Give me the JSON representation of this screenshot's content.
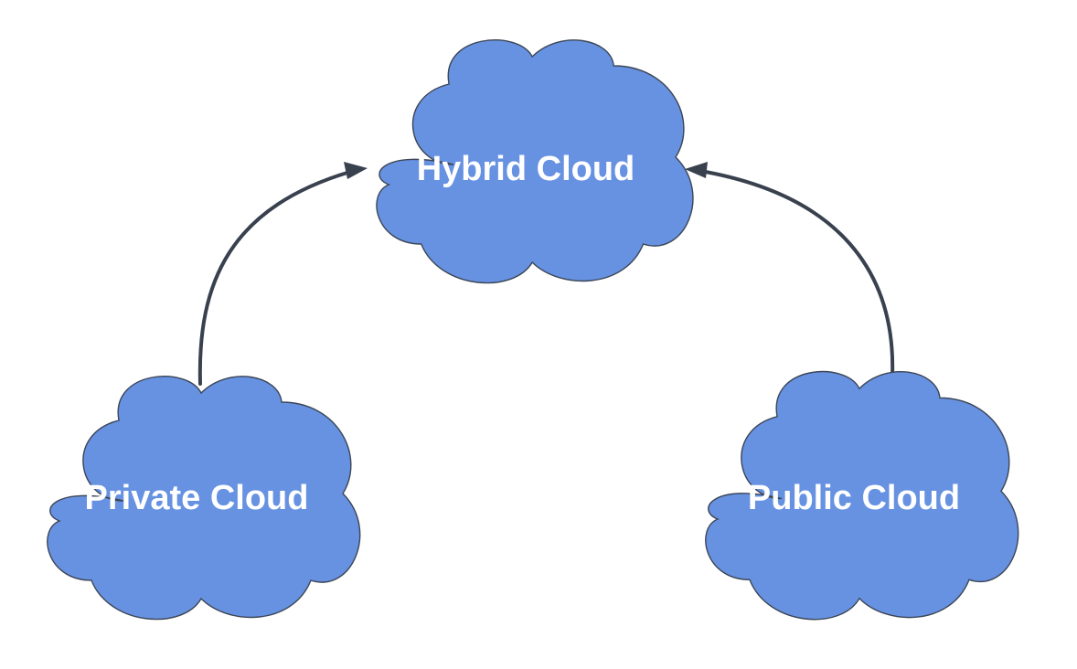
{
  "colors": {
    "cloud_fill": "#6792e2",
    "cloud_stroke": "#3c4656",
    "connector": "#39414f",
    "label_text": "#ffffff",
    "background": "#ffffff"
  },
  "nodes": {
    "hybrid": {
      "label": "Hybrid Cloud",
      "shape": "cloud"
    },
    "private": {
      "label": "Private Cloud",
      "shape": "cloud"
    },
    "public": {
      "label": "Public Cloud",
      "shape": "cloud"
    }
  },
  "edges": [
    {
      "from": "Private Cloud",
      "to": "Hybrid Cloud",
      "style": "curved-arrow"
    },
    {
      "from": "Public Cloud",
      "to": "Hybrid Cloud",
      "style": "curved-arrow"
    }
  ]
}
